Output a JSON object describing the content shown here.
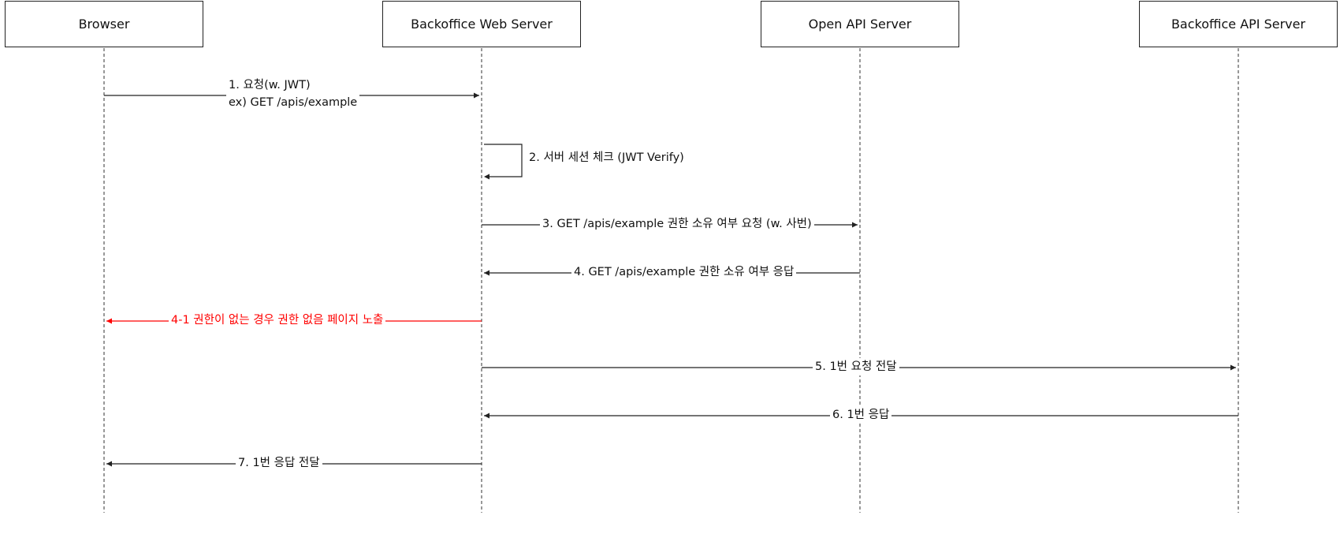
{
  "participants": [
    {
      "id": "browser",
      "name": "Browser"
    },
    {
      "id": "web",
      "name": "Backoffice Web Server"
    },
    {
      "id": "openapi",
      "name": "Open API Server"
    },
    {
      "id": "api",
      "name": "Backoffice API Server"
    }
  ],
  "messages": [
    {
      "id": "m1",
      "from": "browser",
      "to": "web",
      "lines": [
        "1. 요청(w. JWT)",
        "ex) GET /apis/example"
      ]
    },
    {
      "id": "m2",
      "from": "web",
      "to": "web",
      "lines": [
        "2. 서버 세션 체크 (JWT Verify)"
      ]
    },
    {
      "id": "m3",
      "from": "web",
      "to": "openapi",
      "lines": [
        "3. GET /apis/example 권한 소유 여부 요청 (w. 사번)"
      ]
    },
    {
      "id": "m4",
      "from": "openapi",
      "to": "web",
      "lines": [
        "4. GET /apis/example 권한 소유 여부 응답"
      ]
    },
    {
      "id": "m41",
      "from": "web",
      "to": "browser",
      "lines": [
        "4-1 권한이 없는 경우 권한 없음 페이지 노출"
      ],
      "color": "#ff0000"
    },
    {
      "id": "m5",
      "from": "web",
      "to": "api",
      "lines": [
        "5. 1번 요청 전달"
      ]
    },
    {
      "id": "m6",
      "from": "api",
      "to": "web",
      "lines": [
        "6. 1번 응답"
      ]
    },
    {
      "id": "m7",
      "from": "web",
      "to": "browser",
      "lines": [
        "7. 1번 응답 전달"
      ]
    }
  ],
  "colors": {
    "line": "#222222",
    "lifeline": "#555555",
    "alert": "#ff0000"
  }
}
